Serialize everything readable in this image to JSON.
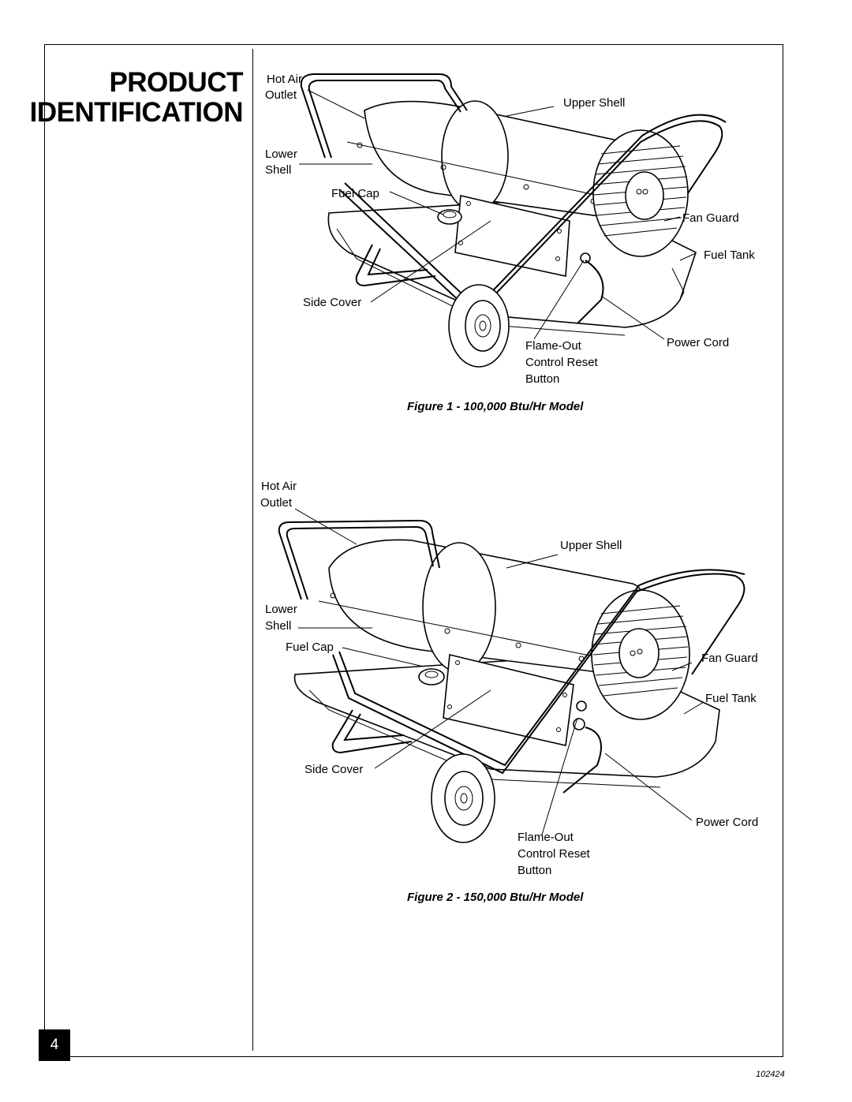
{
  "page": {
    "title_line1": "PRODUCT",
    "title_line2": "IDENTIFICATION",
    "page_number": "4",
    "doc_number": "102424"
  },
  "figure1": {
    "caption": "Figure 1 - 100,000 Btu/Hr Model",
    "labels": {
      "hot_air_1": "Hot Air",
      "hot_air_2": "Outlet",
      "upper_shell": "Upper Shell",
      "lower_1": "Lower",
      "lower_2": "Shell",
      "fuel_cap": "Fuel Cap",
      "fan_guard": "Fan Guard",
      "fuel_tank": "Fuel Tank",
      "side_cover": "Side Cover",
      "flame_1": "Flame-Out",
      "flame_2": "Control Reset",
      "flame_3": "Button",
      "power_cord": "Power Cord"
    }
  },
  "figure2": {
    "caption": "Figure 2 - 150,000 Btu/Hr Model",
    "labels": {
      "hot_air_1": "Hot Air",
      "hot_air_2": "Outlet",
      "upper_shell": "Upper Shell",
      "lower_1": "Lower",
      "lower_2": "Shell",
      "fuel_cap": "Fuel Cap",
      "fan_guard": "Fan Guard",
      "fuel_tank": "Fuel Tank",
      "side_cover": "Side Cover",
      "flame_1": "Flame-Out",
      "flame_2": "Control Reset",
      "flame_3": "Button",
      "power_cord": "Power Cord"
    }
  }
}
